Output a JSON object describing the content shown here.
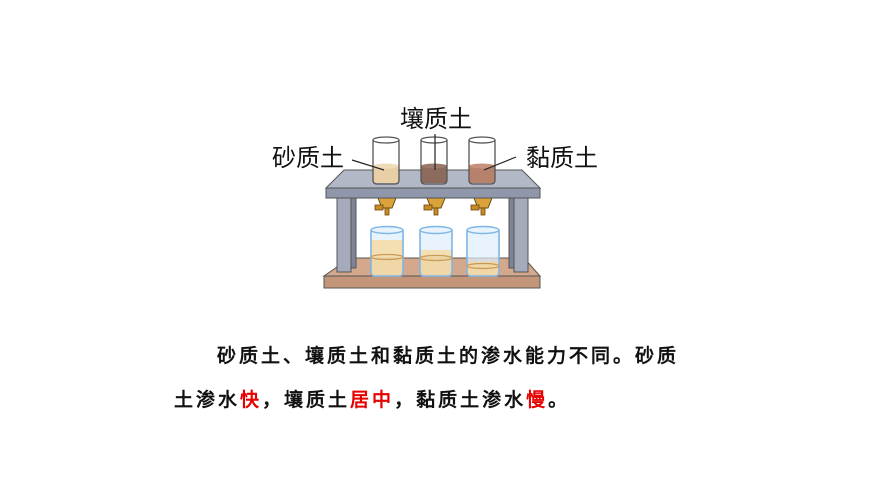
{
  "labels": {
    "loam": "壤质土",
    "sandy": "砂质土",
    "clay": "黏质土"
  },
  "caption": {
    "line1": "砂质土、壤质土和黏质土的渗水能力不同。砂质",
    "line2_a": "土渗水",
    "fast": "快",
    "line2_b": "，壤质土",
    "medium": "居中",
    "line2_c": "，黏质土渗水",
    "slow": "慢",
    "line2_d": "。"
  },
  "colors": {
    "accent_red": "#e60000",
    "stand_gray": "#a6abbb",
    "base_tan": "#d3a88c",
    "sandy_soil": "#e9cfa6",
    "loam_soil": "#8c6a5c",
    "clay_soil": "#b7826b",
    "water": "#f3dcaa"
  }
}
